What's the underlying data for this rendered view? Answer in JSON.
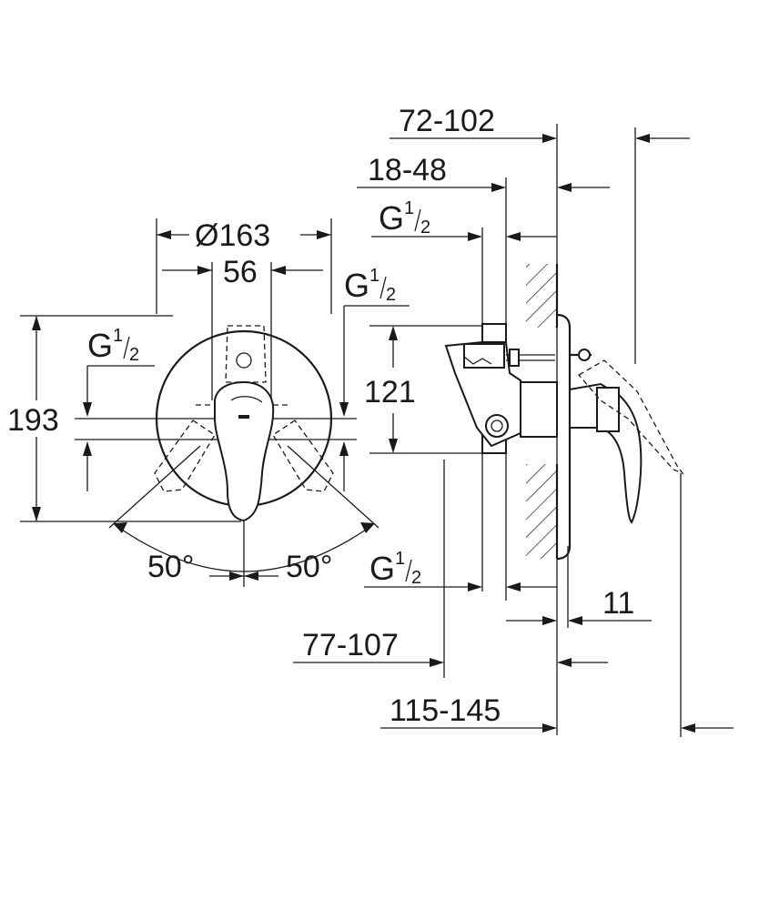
{
  "front_view": {
    "diameter_label": "Ø163",
    "width_56": "56",
    "height_193": "193",
    "thread_left": {
      "g": "G",
      "num": "1",
      "den": "2"
    },
    "thread_right": {
      "g": "G",
      "num": "1",
      "den": "2"
    },
    "angle_left": "50°",
    "angle_right": "50°"
  },
  "side_view": {
    "dim_72_102": "72-102",
    "dim_18_48": "18-48",
    "thread_top": {
      "g": "G",
      "num": "1",
      "den": "2"
    },
    "dim_121": "121",
    "thread_bottom": {
      "g": "G",
      "num": "1",
      "den": "2"
    },
    "dim_11": "11",
    "dim_77_107": "77-107",
    "dim_115_145": "115-145"
  }
}
